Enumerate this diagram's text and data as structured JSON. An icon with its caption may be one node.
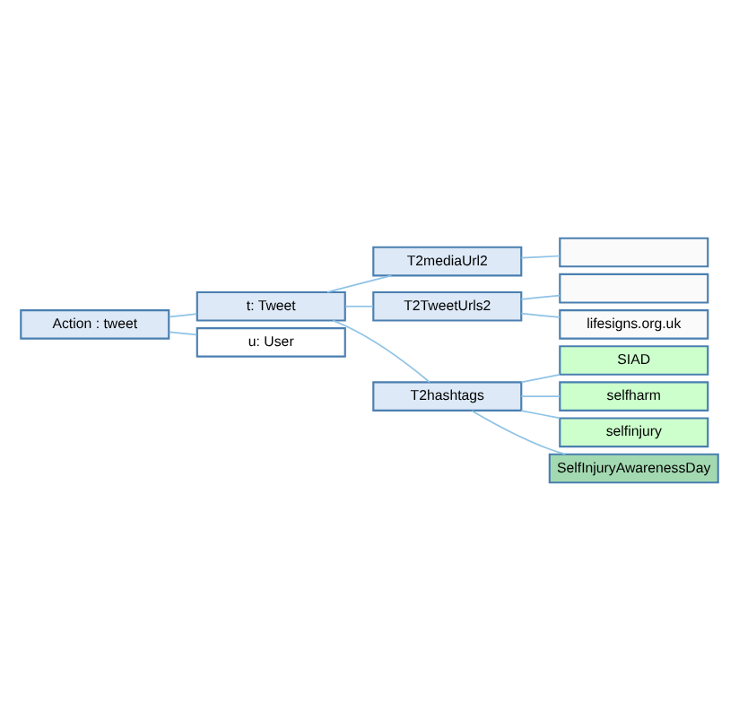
{
  "diagram": {
    "nodes": [
      {
        "text": [
          "Action : tweet"
        ]
      },
      {
        "text": [
          "t: Tweet"
        ]
      },
      {
        "text": [
          "T2mediaUrl2"
        ]
      },
      {
        "text": [],
        "shape": "box"
      },
      {
        "text": [
          "T2TweetUrls2"
        ]
      },
      {
        "text": [],
        "shape": "box"
      },
      {
        "text": [
          "lifesigns.org.uk"
        ]
      },
      {
        "text": [
          "T2hashtags"
        ]
      },
      {
        "text": [
          "SIAD"
        ]
      },
      {
        "text": [
          "selfharm"
        ]
      },
      {
        "text": [
          "selfinjury"
        ]
      },
      {
        "text": [
          "SelfInjuryAwarenessDay"
        ]
      },
      {
        "text": [
          "u: User"
        ]
      }
    ],
    "edges": [
      {
        "from": 0,
        "to": 1,
        "arrow": "none"
      },
      {
        "from": 1,
        "to": 2,
        "arrow": "none"
      },
      {
        "from": 2,
        "to": 3,
        "arrow": "none"
      },
      {
        "from": 1,
        "to": 4,
        "arrow": "none"
      },
      {
        "from": 4,
        "to": 5,
        "arrow": "none"
      },
      {
        "from": 4,
        "to": 6,
        "arrow": "none"
      },
      {
        "from": 1,
        "to": 7,
        "arrow": "none"
      },
      {
        "from": 7,
        "to": 8,
        "arrow": "none"
      },
      {
        "from": 7,
        "to": 9,
        "arrow": "none"
      },
      {
        "from": 7,
        "to": 10,
        "arrow": "none"
      },
      {
        "from": 7,
        "to": 11,
        "arrow": "none"
      },
      {
        "from": 0,
        "to": 12,
        "arrow": "none"
      }
    ]
  }
}
